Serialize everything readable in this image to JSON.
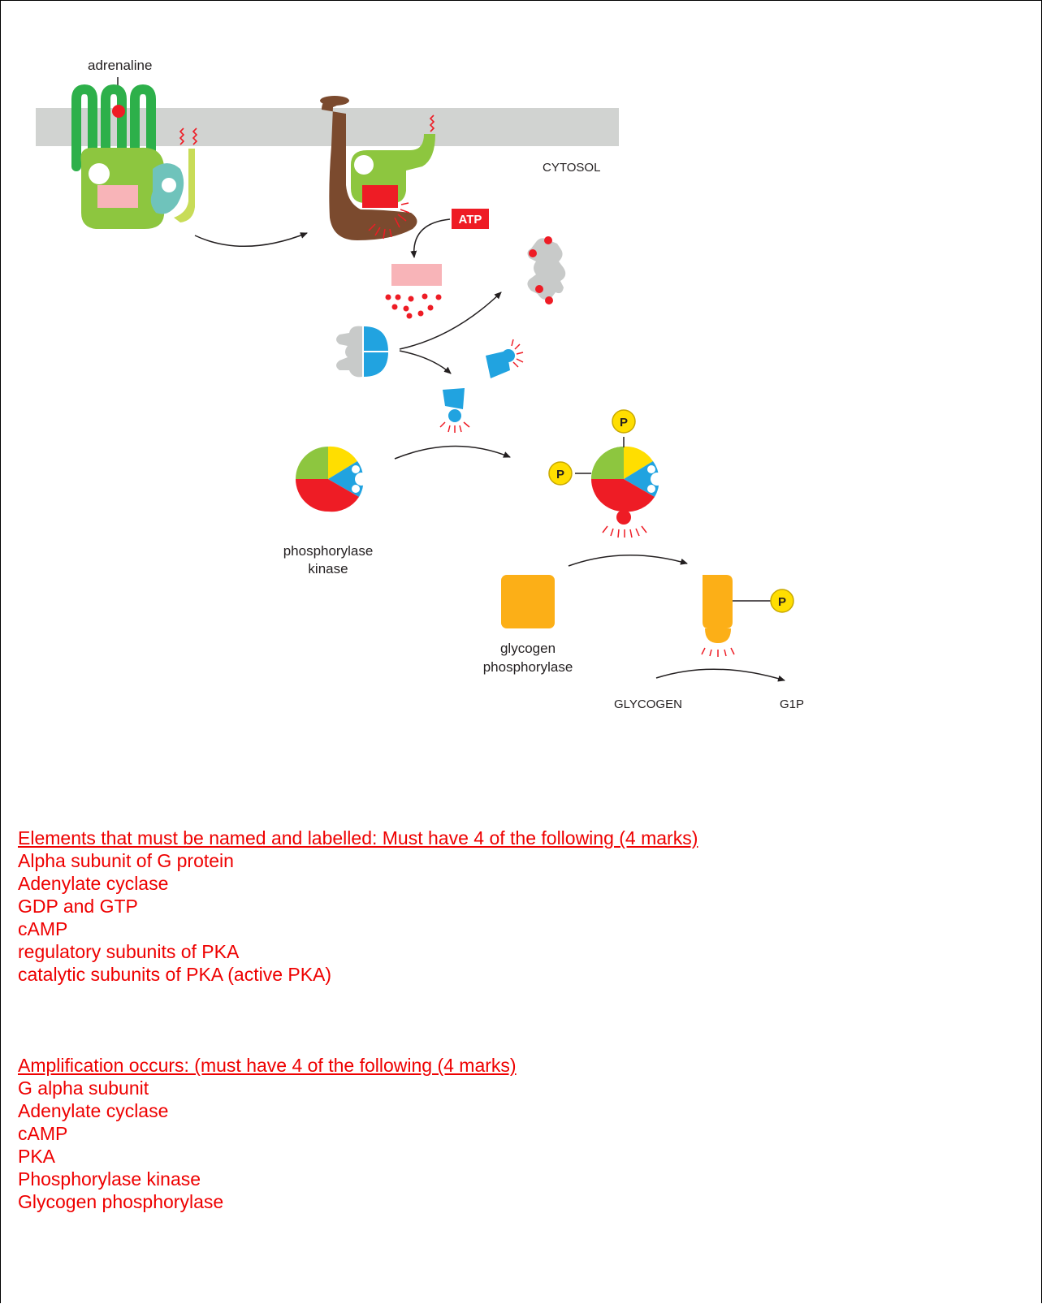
{
  "diagram": {
    "labels": {
      "adrenaline": "adrenaline",
      "cytosol": "CYTOSOL",
      "atp": "ATP",
      "phosphorylase_kinase_1": "phosphorylase",
      "phosphorylase_kinase_2": "kinase",
      "glycogen_phosphorylase_1": "glycogen",
      "glycogen_phosphorylase_2": "phosphorylase",
      "glycogen": "GLYCOGEN",
      "g1p": "G1P",
      "phosphate": "P"
    },
    "colors": {
      "membrane": "#d1d3d1",
      "receptor": "#2db04a",
      "g_protein": "#8dc63f",
      "g_beta": "#6fc3bb",
      "g_gamma": "#c8dc57",
      "adenylyl_cyclase": "#7b4a2e",
      "active_red": "#ee1c25",
      "inactive_pink": "#f8b4b8",
      "pka_regulatory": "#c8cac9",
      "pka_catalytic": "#21a3e0",
      "kinase_yellow": "#ffde00",
      "kinase_green": "#8dc63f",
      "kinase_red": "#ee1c25",
      "glycogen_phosphorylase": "#fcaf17",
      "phosphate": "#ffde00"
    }
  },
  "notes": {
    "section1": {
      "heading": "Elements that must be named and labelled: Must have 4 of the following (4 marks)",
      "items": [
        "Alpha subunit of G protein",
        "Adenylate cyclase",
        "GDP and GTP",
        "cAMP",
        "regulatory subunits of PKA",
        "catalytic subunits of PKA (active PKA)"
      ]
    },
    "section2": {
      "heading": "Amplification occurs: (must have 4 of the following (4 marks)",
      "items": [
        "G alpha subunit",
        "Adenylate cyclase",
        "cAMP",
        "PKA",
        "Phosphorylase kinase",
        "Glycogen phosphorylase"
      ]
    }
  }
}
